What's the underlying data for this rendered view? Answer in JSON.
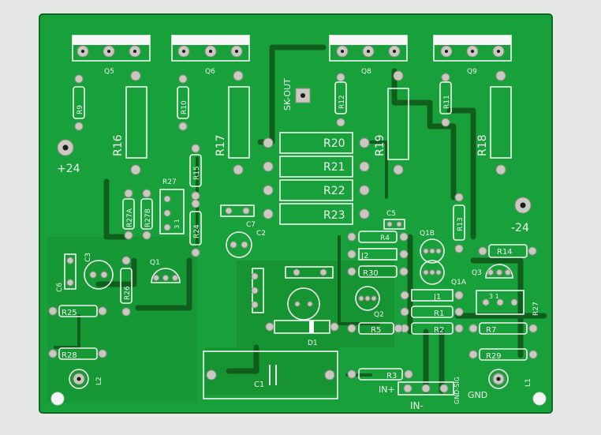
{
  "board": {
    "colors": {
      "background": "#e6e8e6",
      "substrate": "#18a13a",
      "copper_pour": "#148a2a",
      "trace": "#0f5e1c",
      "silkscreen": "#f2f2f2",
      "pad": "#c9c9c2"
    }
  },
  "labels": {
    "q5": "Q5",
    "q6": "Q6",
    "q8": "Q8",
    "q9": "Q9",
    "r9": "R9",
    "r10": "R10",
    "r12": "R12",
    "r11": "R11",
    "r16": "R16",
    "r17": "R17",
    "r19": "R19",
    "r18": "R18",
    "r20": "R20",
    "r21": "R21",
    "r22": "R22",
    "r23": "R23",
    "r15": "R15",
    "r27": "R27",
    "r27a": "R27A",
    "r27b": "R27B",
    "r24": "R24",
    "r13": "R13",
    "r14": "R14",
    "r4": "R4",
    "r30": "R30",
    "r26": "R26",
    "r25": "R25",
    "r28": "R28",
    "r5": "R5",
    "r1": "R1",
    "r2": "R2",
    "r7": "R7",
    "r29": "R29",
    "r3": "R3",
    "r27_right": "R27",
    "c1": "C1",
    "c2": "C2",
    "c3": "C3",
    "c5": "C5",
    "c6": "C6",
    "c7": "C7",
    "q1": "Q1",
    "q2": "Q2",
    "q3": "Q3",
    "q1a": "Q1A",
    "q1b": "Q1B",
    "j1": "J1",
    "j2": "J2",
    "d1": "D1",
    "l1": "L1",
    "l2": "L2",
    "plus24": "+24",
    "minus24": "-24",
    "skout": "SK-OUT",
    "in_plus": "IN+",
    "in_minus": "IN-",
    "gnd_sig": "GND-SIG",
    "gnd": "GND",
    "trim_marks_left": "3 1",
    "trim_marks_right": "3 1"
  }
}
